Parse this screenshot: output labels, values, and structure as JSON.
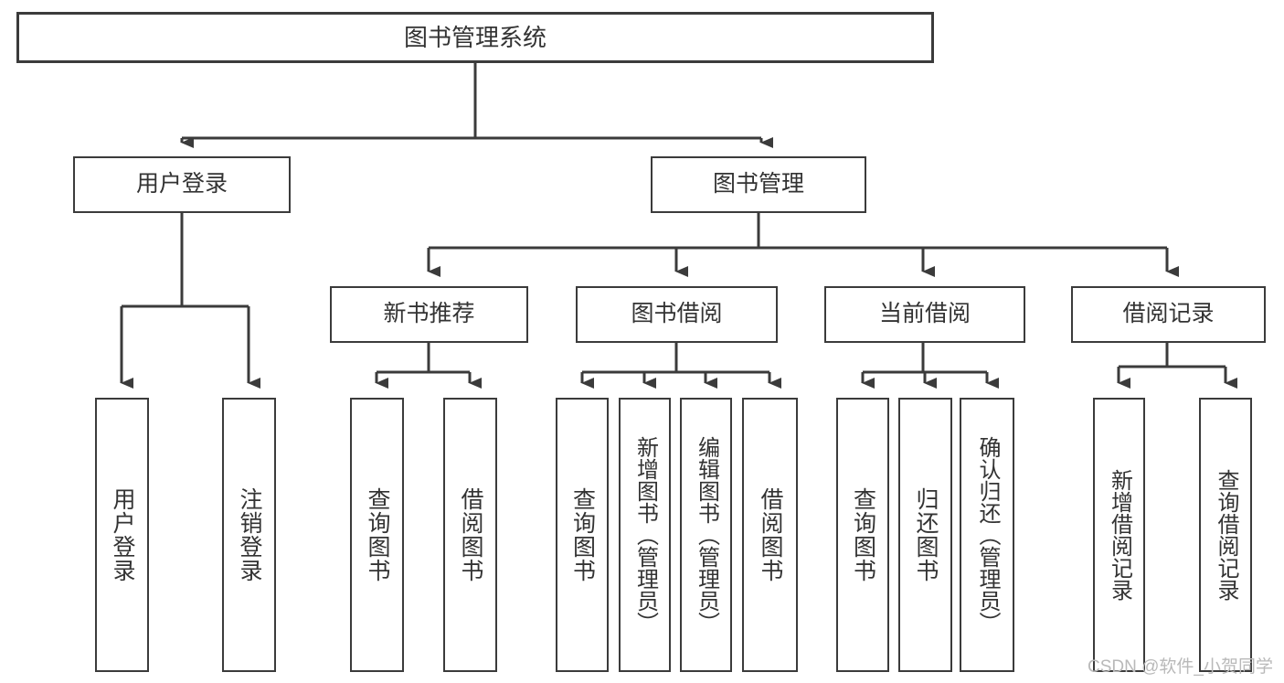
{
  "diagram": {
    "title": "图书管理系统",
    "type": "tree",
    "watermark": "CSDN @软件_小贺同学",
    "colors": {
      "stroke": "#3b3b3b",
      "text": "#333333",
      "background": "#ffffff",
      "watermark": "#b9b9b9"
    },
    "nodes": {
      "root": {
        "label": "图书管理系统"
      },
      "level2": [
        {
          "label": "用户登录"
        },
        {
          "label": "图书管理"
        }
      ],
      "level3": [
        {
          "label": "新书推荐"
        },
        {
          "label": "图书借阅"
        },
        {
          "label": "当前借阅"
        },
        {
          "label": "借阅记录"
        }
      ],
      "leaves": {
        "user_login": [
          {
            "label": "用户登录"
          },
          {
            "label": "注销登录"
          }
        ],
        "new_book": [
          {
            "label": "查询图书"
          },
          {
            "label": "借阅图书"
          }
        ],
        "book_borrow": [
          {
            "label": "查询图书"
          },
          {
            "label": "新增图书（管理员）"
          },
          {
            "label": "编辑图书（管理员）"
          },
          {
            "label": "借阅图书"
          }
        ],
        "current_borrow": [
          {
            "label": "查询图书"
          },
          {
            "label": "归还图书"
          },
          {
            "label": "确认归还（管理员）"
          }
        ],
        "borrow_record": [
          {
            "label": "新增借阅记录"
          },
          {
            "label": "查询借阅记录"
          }
        ]
      }
    }
  }
}
